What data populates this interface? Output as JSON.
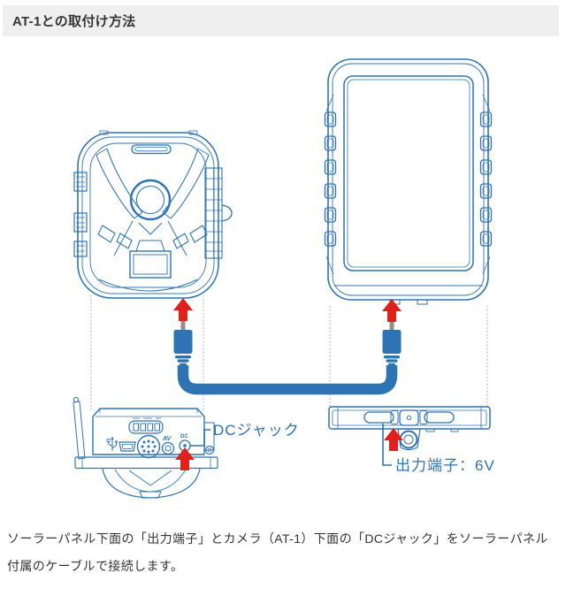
{
  "page": {
    "title": "AT-1との取付け方法",
    "description": "ソーラーパネル下面の「出力端子」とカメラ（AT-1）下面の「DCジャック」をソーラーパネル付属のケーブルで接続します。"
  },
  "diagram": {
    "dc_jack_label": "DCジャック",
    "output_terminal_label": "出力端子：6V",
    "ports": {
      "av": "AV",
      "dc": "DC"
    }
  },
  "colors": {
    "line_blue": "#2e74b5",
    "guide_line_blue": "#9fb8d8",
    "arrow_red": "#e0201c",
    "plug_pin_gray": "#909090",
    "header_background": "#efefef",
    "body_text": "#333333"
  }
}
